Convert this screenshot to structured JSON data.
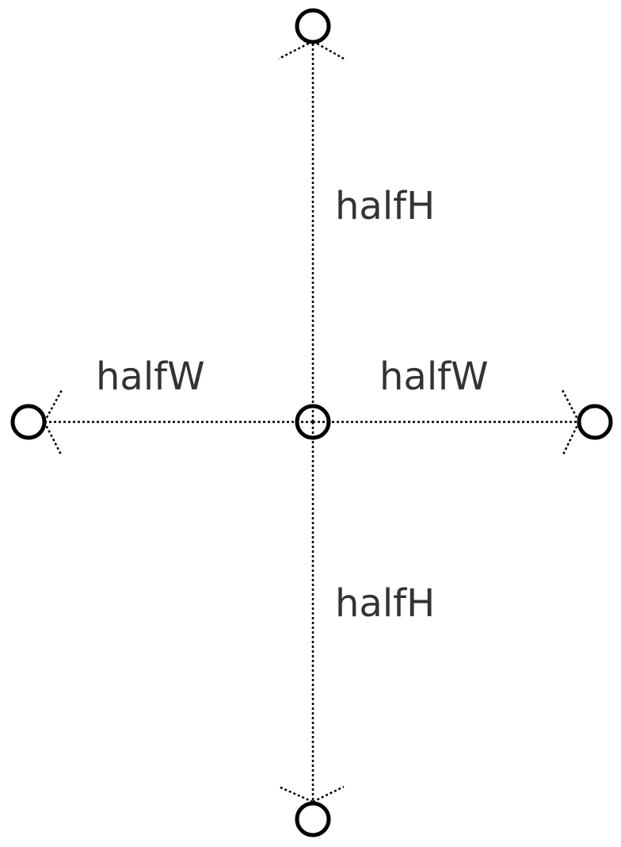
{
  "labels": {
    "half_height_upper": "halfH",
    "half_height_lower": "halfH",
    "half_width_left": "halfW",
    "half_width_right": "halfW"
  },
  "colors": {
    "stroke": "#000000",
    "label": "#333333",
    "background": "#ffffff"
  }
}
